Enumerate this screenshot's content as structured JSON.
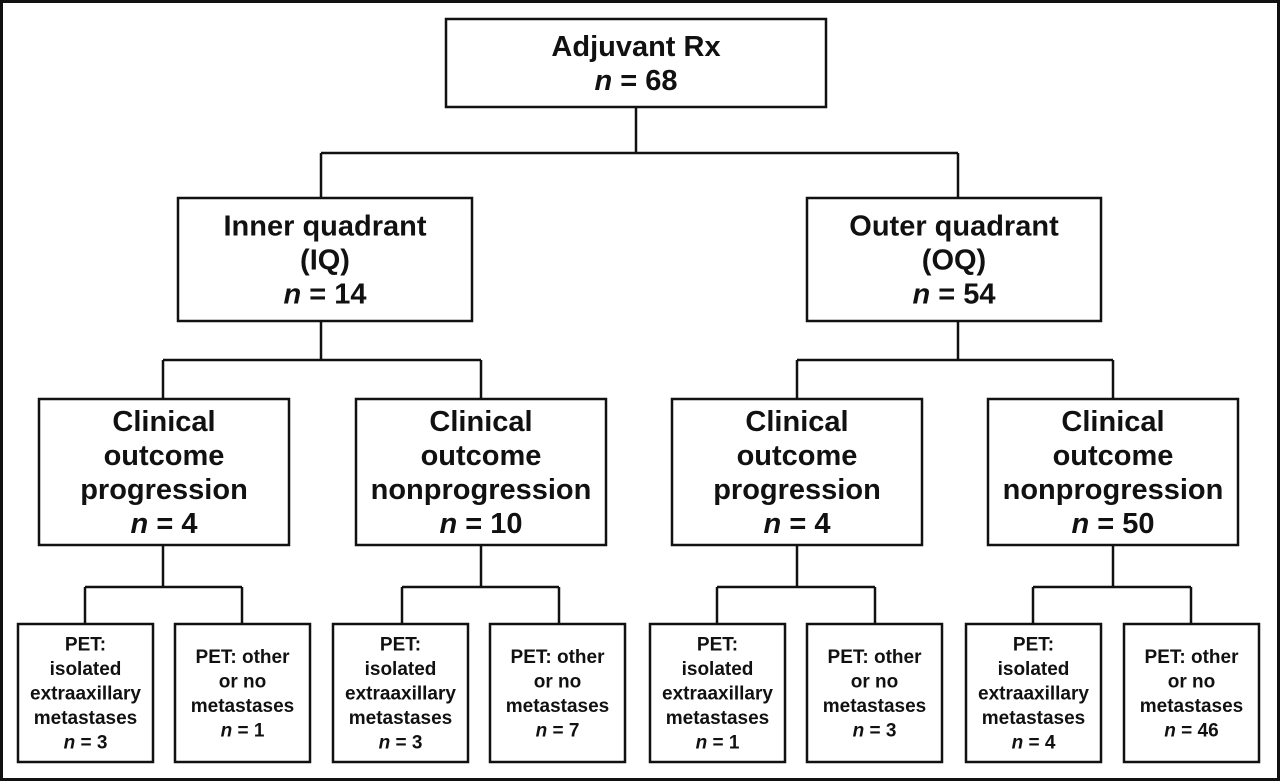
{
  "nodes": {
    "root": {
      "lines": [
        "Adjuvant Rx"
      ],
      "n": "68"
    },
    "iq": {
      "lines": [
        "Inner quadrant",
        "(IQ)"
      ],
      "n": "14"
    },
    "oq": {
      "lines": [
        "Outer quadrant",
        "(OQ)"
      ],
      "n": "54"
    },
    "iq_prog": {
      "lines": [
        "Clinical",
        "outcome",
        "progression"
      ],
      "n": "4"
    },
    "iq_nonprog": {
      "lines": [
        "Clinical",
        "outcome",
        "nonprogression"
      ],
      "n": "10"
    },
    "oq_prog": {
      "lines": [
        "Clinical",
        "outcome",
        "progression"
      ],
      "n": "4"
    },
    "oq_nonprog": {
      "lines": [
        "Clinical",
        "outcome",
        "nonprogression"
      ],
      "n": "50"
    },
    "iq_prog_iso": {
      "lines": [
        "PET:",
        "isolated",
        "extraaxillary",
        "metastases"
      ],
      "n": "3"
    },
    "iq_prog_other": {
      "lines": [
        "PET: other",
        "or no",
        "metastases"
      ],
      "n": "1"
    },
    "iq_nonprog_iso": {
      "lines": [
        "PET:",
        "isolated",
        "extraaxillary",
        "metastases"
      ],
      "n": "3"
    },
    "iq_nonprog_other": {
      "lines": [
        "PET: other",
        "or no",
        "metastases"
      ],
      "n": "7"
    },
    "oq_prog_iso": {
      "lines": [
        "PET:",
        "isolated",
        "extraaxillary",
        "metastases"
      ],
      "n": "1"
    },
    "oq_prog_other": {
      "lines": [
        "PET: other",
        "or no",
        "metastases"
      ],
      "n": "3"
    },
    "oq_nonprog_iso": {
      "lines": [
        "PET:",
        "isolated",
        "extraaxillary",
        "metastases"
      ],
      "n": "4"
    },
    "oq_nonprog_other": {
      "lines": [
        "PET: other",
        "or no",
        "metastases"
      ],
      "n": "46"
    }
  },
  "n_symbol": "n",
  "n_equals": " = ",
  "colors": {
    "line": "#111111",
    "text": "#111111",
    "background": "#ffffff"
  }
}
